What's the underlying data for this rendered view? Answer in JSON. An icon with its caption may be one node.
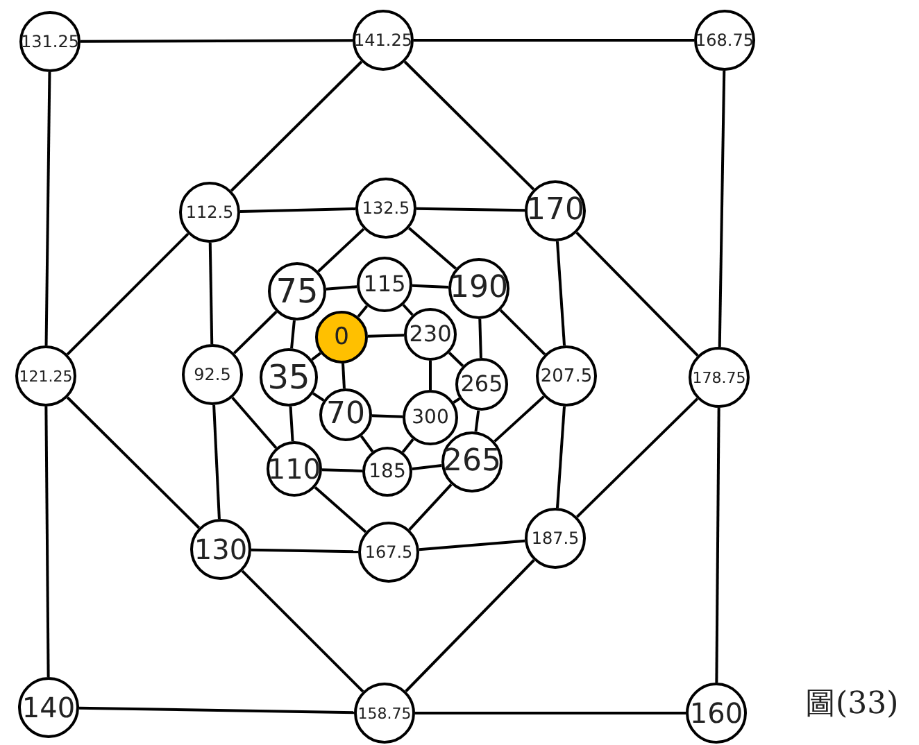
{
  "diagram": {
    "caption": "圖(33)",
    "nodes": [
      {
        "text": [
          "131.25"
        ]
      },
      {
        "text": [
          "141.25"
        ]
      },
      {
        "text": [
          "168.75"
        ]
      },
      {
        "text": [
          "112.5"
        ]
      },
      {
        "text": [
          "132.5"
        ]
      },
      {
        "text": [
          "170"
        ]
      },
      {
        "text": [
          "75"
        ]
      },
      {
        "text": [
          "115"
        ]
      },
      {
        "text": [
          "190"
        ]
      },
      {
        "text": [
          "0"
        ]
      },
      {
        "text": [
          "230"
        ]
      },
      {
        "text": [
          "35"
        ]
      },
      {
        "text": [
          "265"
        ]
      },
      {
        "text": [
          "92.5"
        ]
      },
      {
        "text": [
          "207.5"
        ]
      },
      {
        "text": [
          "121.25"
        ]
      },
      {
        "text": [
          "178.75"
        ]
      },
      {
        "text": [
          "70"
        ]
      },
      {
        "text": [
          "300"
        ]
      },
      {
        "text": [
          "110"
        ]
      },
      {
        "text": [
          "185"
        ]
      },
      {
        "text": [
          "265"
        ]
      },
      {
        "text": [
          "130"
        ]
      },
      {
        "text": [
          "167.5"
        ]
      },
      {
        "text": [
          "187.5"
        ]
      },
      {
        "text": [
          "140"
        ]
      },
      {
        "text": [
          "158.75"
        ]
      },
      {
        "text": [
          "160"
        ]
      }
    ],
    "edges": [
      {
        "from": 0,
        "to": 1,
        "arrow": "none"
      },
      {
        "from": 1,
        "to": 2,
        "arrow": "none"
      },
      {
        "from": 2,
        "to": 16,
        "arrow": "none"
      },
      {
        "from": 16,
        "to": 27,
        "arrow": "none"
      },
      {
        "from": 26,
        "to": 27,
        "arrow": "none"
      },
      {
        "from": 25,
        "to": 26,
        "arrow": "none"
      },
      {
        "from": 15,
        "to": 25,
        "arrow": "none"
      },
      {
        "from": 0,
        "to": 15,
        "arrow": "none"
      },
      {
        "from": 1,
        "to": 3,
        "arrow": "none"
      },
      {
        "from": 1,
        "to": 5,
        "arrow": "none"
      },
      {
        "from": 5,
        "to": 16,
        "arrow": "none"
      },
      {
        "from": 16,
        "to": 24,
        "arrow": "none"
      },
      {
        "from": 24,
        "to": 26,
        "arrow": "none"
      },
      {
        "from": 22,
        "to": 26,
        "arrow": "none"
      },
      {
        "from": 15,
        "to": 22,
        "arrow": "none"
      },
      {
        "from": 3,
        "to": 15,
        "arrow": "none"
      },
      {
        "from": 3,
        "to": 4,
        "arrow": "none"
      },
      {
        "from": 4,
        "to": 5,
        "arrow": "none"
      },
      {
        "from": 5,
        "to": 14,
        "arrow": "none"
      },
      {
        "from": 14,
        "to": 24,
        "arrow": "none"
      },
      {
        "from": 23,
        "to": 24,
        "arrow": "none"
      },
      {
        "from": 22,
        "to": 23,
        "arrow": "none"
      },
      {
        "from": 13,
        "to": 22,
        "arrow": "none"
      },
      {
        "from": 3,
        "to": 13,
        "arrow": "none"
      },
      {
        "from": 4,
        "to": 6,
        "arrow": "none"
      },
      {
        "from": 4,
        "to": 8,
        "arrow": "none"
      },
      {
        "from": 8,
        "to": 14,
        "arrow": "none"
      },
      {
        "from": 14,
        "to": 21,
        "arrow": "none"
      },
      {
        "from": 21,
        "to": 23,
        "arrow": "none"
      },
      {
        "from": 19,
        "to": 23,
        "arrow": "none"
      },
      {
        "from": 13,
        "to": 19,
        "arrow": "none"
      },
      {
        "from": 6,
        "to": 13,
        "arrow": "none"
      },
      {
        "from": 6,
        "to": 7,
        "arrow": "none"
      },
      {
        "from": 7,
        "to": 8,
        "arrow": "none"
      },
      {
        "from": 8,
        "to": 12,
        "arrow": "none"
      },
      {
        "from": 12,
        "to": 21,
        "arrow": "none"
      },
      {
        "from": 20,
        "to": 21,
        "arrow": "none"
      },
      {
        "from": 19,
        "to": 20,
        "arrow": "none"
      },
      {
        "from": 11,
        "to": 19,
        "arrow": "none"
      },
      {
        "from": 6,
        "to": 11,
        "arrow": "none"
      },
      {
        "from": 7,
        "to": 9,
        "arrow": "none"
      },
      {
        "from": 7,
        "to": 10,
        "arrow": "none"
      },
      {
        "from": 10,
        "to": 12,
        "arrow": "none"
      },
      {
        "from": 12,
        "to": 18,
        "arrow": "none"
      },
      {
        "from": 18,
        "to": 20,
        "arrow": "none"
      },
      {
        "from": 17,
        "to": 20,
        "arrow": "none"
      },
      {
        "from": 11,
        "to": 17,
        "arrow": "none"
      },
      {
        "from": 9,
        "to": 11,
        "arrow": "none"
      },
      {
        "from": 9,
        "to": 10,
        "arrow": "none"
      },
      {
        "from": 10,
        "to": 18,
        "arrow": "none"
      },
      {
        "from": 17,
        "to": 18,
        "arrow": "none"
      },
      {
        "from": 9,
        "to": 17,
        "arrow": "none"
      }
    ]
  }
}
